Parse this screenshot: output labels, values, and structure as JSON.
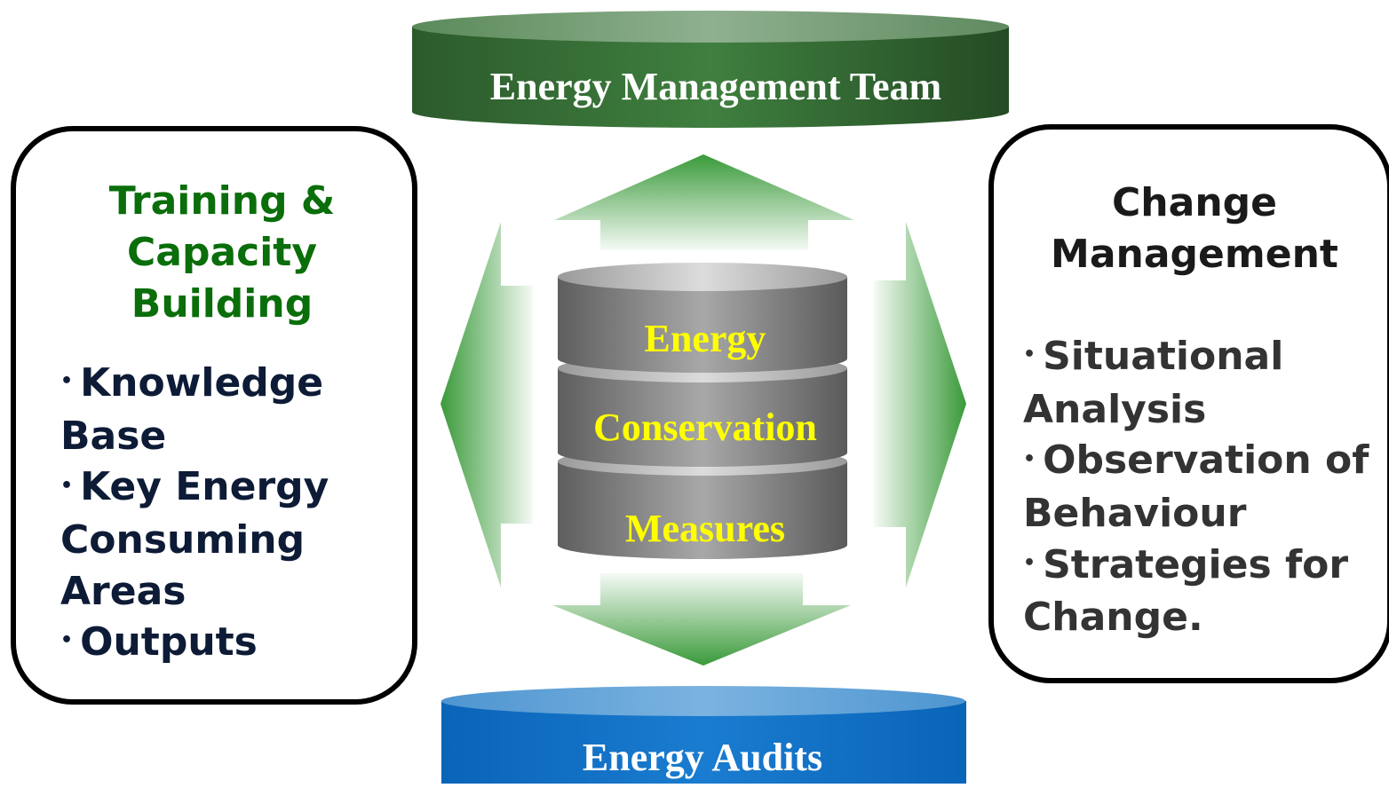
{
  "top_disc": {
    "label": "Energy Management Team",
    "color": "#2e6b2e"
  },
  "bottom_disc": {
    "label": "Energy Audits",
    "color": "#1f72bf"
  },
  "center_stack": {
    "lines": [
      "Energy",
      "Conservation",
      "Measures"
    ],
    "text_color": "#ffff00"
  },
  "left_box": {
    "title": "Training & Capacity Building",
    "items": [
      "Knowledge Base",
      "Key Energy Consuming Areas",
      "Outputs"
    ]
  },
  "right_box": {
    "title": "Change Management",
    "items": [
      "Situational Analysis",
      "Observation of Behaviour",
      "Strategies for Change."
    ]
  },
  "arrow_color": "#3a9a3a"
}
